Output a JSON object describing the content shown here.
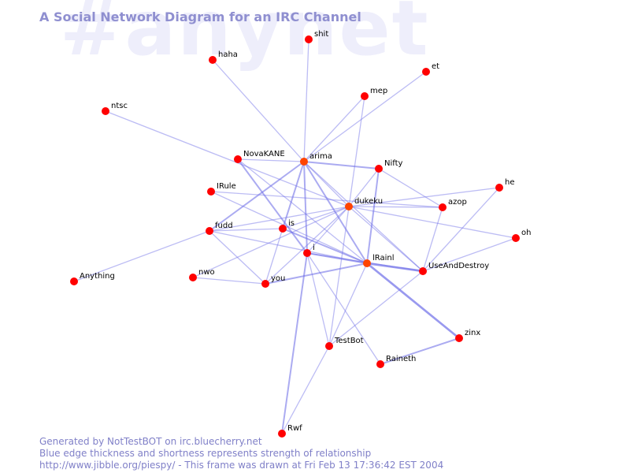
{
  "watermark": "#anynet",
  "title": "A Social Network Diagram for an IRC Channel",
  "footer": {
    "line1": "Generated by NotTestBOT on irc.bluecherry.net",
    "line2": "Blue edge thickness and shortness represents strength of relationship",
    "line3": "http://www.jibble.org/piespy/ - This frame was drawn at Fri Feb 13 17:36:42 EST 2004"
  },
  "colors": {
    "node": "#ff0000",
    "node_highlight": "#ff4400",
    "edge": "#7070e8",
    "title": "#8f8fd0",
    "watermark": "#eeeefb"
  },
  "nodes": [
    {
      "id": "shit",
      "label": "shit"
    },
    {
      "id": "haha",
      "label": "haha"
    },
    {
      "id": "et",
      "label": "et"
    },
    {
      "id": "mep",
      "label": "mep"
    },
    {
      "id": "ntsc",
      "label": "ntsc"
    },
    {
      "id": "NovaKANE",
      "label": "NovaKANE"
    },
    {
      "id": "arima",
      "label": "arima"
    },
    {
      "id": "Nifty",
      "label": "Nifty"
    },
    {
      "id": "he",
      "label": "he"
    },
    {
      "id": "IRule",
      "label": "IRule"
    },
    {
      "id": "dukeku",
      "label": "dukeku"
    },
    {
      "id": "azop",
      "label": "azop"
    },
    {
      "id": "fudd",
      "label": "fudd"
    },
    {
      "id": "is",
      "label": "is"
    },
    {
      "id": "oh",
      "label": "oh"
    },
    {
      "id": "i",
      "label": "i"
    },
    {
      "id": "lRainl",
      "label": "lRainl"
    },
    {
      "id": "UseAndDestroy",
      "label": "UseAndDestroy"
    },
    {
      "id": "nwo",
      "label": "nwo"
    },
    {
      "id": "you",
      "label": "you"
    },
    {
      "id": "Anything",
      "label": "Anything"
    },
    {
      "id": "zinx",
      "label": "zinx"
    },
    {
      "id": "TestBot",
      "label": "TestBot"
    },
    {
      "id": "Raineth",
      "label": "Raineth"
    },
    {
      "id": "Rwf",
      "label": "Rwf"
    }
  ],
  "edges": [
    {
      "from": "arima",
      "to": "shit",
      "strength": 1
    },
    {
      "from": "arima",
      "to": "haha",
      "strength": 1
    },
    {
      "from": "arima",
      "to": "et",
      "strength": 1
    },
    {
      "from": "arima",
      "to": "mep",
      "strength": 1
    },
    {
      "from": "arima",
      "to": "NovaKANE",
      "strength": 1
    },
    {
      "from": "arima",
      "to": "Nifty",
      "strength": 2
    },
    {
      "from": "arima",
      "to": "dukeku",
      "strength": 1
    },
    {
      "from": "arima",
      "to": "fudd",
      "strength": 2
    },
    {
      "from": "arima",
      "to": "is",
      "strength": 2
    },
    {
      "from": "arima",
      "to": "i",
      "strength": 2
    },
    {
      "from": "arima",
      "to": "lRainl",
      "strength": 2
    },
    {
      "from": "arima",
      "to": "UseAndDestroy",
      "strength": 1
    },
    {
      "from": "ntsc",
      "to": "dukeku",
      "strength": 1
    },
    {
      "from": "NovaKANE",
      "to": "i",
      "strength": 2
    },
    {
      "from": "NovaKANE",
      "to": "lRainl",
      "strength": 1
    },
    {
      "from": "mep",
      "to": "TestBot",
      "strength": 1
    },
    {
      "from": "Nifty",
      "to": "azop",
      "strength": 1
    },
    {
      "from": "Nifty",
      "to": "lRainl",
      "strength": 2
    },
    {
      "from": "Nifty",
      "to": "dukeku",
      "strength": 1
    },
    {
      "from": "he",
      "to": "dukeku",
      "strength": 1
    },
    {
      "from": "he",
      "to": "UseAndDestroy",
      "strength": 1
    },
    {
      "from": "IRule",
      "to": "azop",
      "strength": 1
    },
    {
      "from": "IRule",
      "to": "lRainl",
      "strength": 1
    },
    {
      "from": "dukeku",
      "to": "azop",
      "strength": 1
    },
    {
      "from": "dukeku",
      "to": "oh",
      "strength": 1
    },
    {
      "from": "dukeku",
      "to": "fudd",
      "strength": 1
    },
    {
      "from": "dukeku",
      "to": "is",
      "strength": 1
    },
    {
      "from": "dukeku",
      "to": "i",
      "strength": 1
    },
    {
      "from": "dukeku",
      "to": "nwo",
      "strength": 1
    },
    {
      "from": "dukeku",
      "to": "you",
      "strength": 1
    },
    {
      "from": "dukeku",
      "to": "UseAndDestroy",
      "strength": 1
    },
    {
      "from": "azop",
      "to": "UseAndDestroy",
      "strength": 1
    },
    {
      "from": "fudd",
      "to": "is",
      "strength": 1
    },
    {
      "from": "fudd",
      "to": "you",
      "strength": 1
    },
    {
      "from": "fudd",
      "to": "lRainl",
      "strength": 1
    },
    {
      "from": "fudd",
      "to": "Anything",
      "strength": 1
    },
    {
      "from": "is",
      "to": "you",
      "strength": 1
    },
    {
      "from": "is",
      "to": "lRainl",
      "strength": 2
    },
    {
      "from": "i",
      "to": "lRainl",
      "strength": 2
    },
    {
      "from": "i",
      "to": "UseAndDestroy",
      "strength": 1
    },
    {
      "from": "i",
      "to": "Raineth",
      "strength": 1
    },
    {
      "from": "i",
      "to": "Rwf",
      "strength": 2
    },
    {
      "from": "i",
      "to": "TestBot",
      "strength": 1
    },
    {
      "from": "lRainl",
      "to": "UseAndDestroy",
      "strength": 3
    },
    {
      "from": "lRainl",
      "to": "you",
      "strength": 2
    },
    {
      "from": "lRainl",
      "to": "zinx",
      "strength": 3
    },
    {
      "from": "lRainl",
      "to": "TestBot",
      "strength": 1
    },
    {
      "from": "oh",
      "to": "UseAndDestroy",
      "strength": 1
    },
    {
      "from": "UseAndDestroy",
      "to": "TestBot",
      "strength": 1
    },
    {
      "from": "nwo",
      "to": "you",
      "strength": 1
    },
    {
      "from": "zinx",
      "to": "Raineth",
      "strength": 2
    },
    {
      "from": "TestBot",
      "to": "Rwf",
      "strength": 1
    }
  ]
}
